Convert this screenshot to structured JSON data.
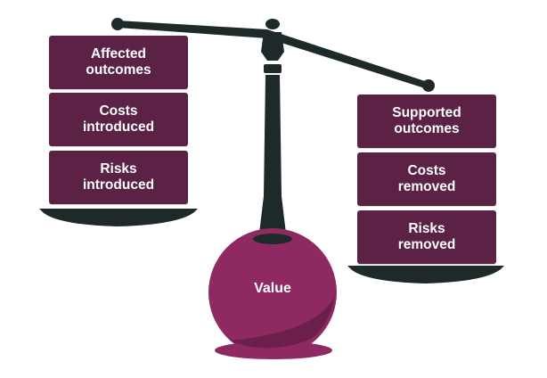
{
  "colors": {
    "box_fill": "#5b2246",
    "scale_dark": "#1e2a2a",
    "value_fill": "#8e2a61",
    "value_shadow": "#6d1f4b"
  },
  "left_pan": {
    "items": [
      {
        "label": "Affected\noutcomes"
      },
      {
        "label": "Costs\nintroduced"
      },
      {
        "label": "Risks\nintroduced"
      }
    ]
  },
  "right_pan": {
    "items": [
      {
        "label": "Supported\noutcomes"
      },
      {
        "label": "Costs\nremoved"
      },
      {
        "label": "Risks\nremoved"
      }
    ]
  },
  "center": {
    "value_label": "Value"
  }
}
